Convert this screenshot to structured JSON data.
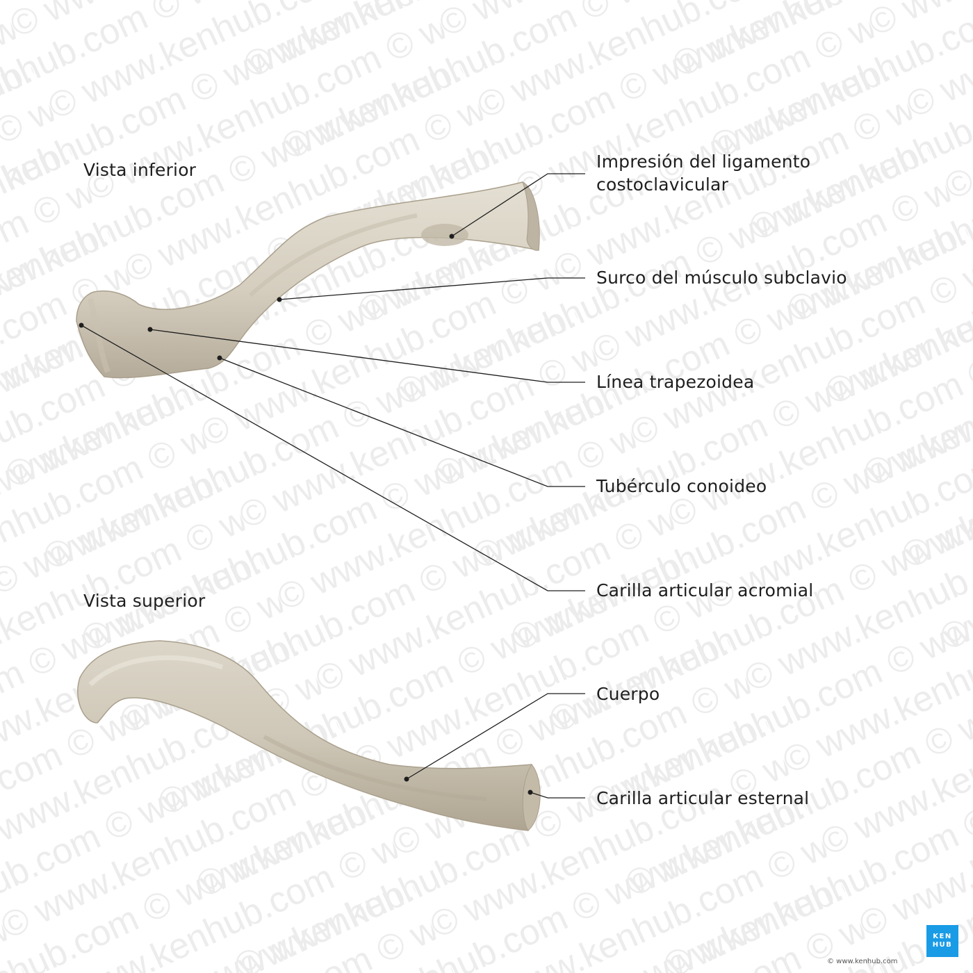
{
  "views": {
    "inferior": "Vista inferior",
    "superior": "Vista superior"
  },
  "labels": {
    "impresion_line1": "Impresión del ligamento",
    "impresion_line2": "costoclavicular",
    "surco": "Surco del músculo subclavio",
    "linea": "Línea trapezoidea",
    "tuberculo": "Tubérculo conoideo",
    "carilla_acromial": "Carilla articular acromial",
    "cuerpo": "Cuerpo",
    "carilla_esternal": "Carilla articular esternal"
  },
  "watermark": "© www.kenhub.com",
  "logo": {
    "line1": "KEN",
    "line2": "HUB",
    "color": "#1a9be6"
  },
  "copyright": "© www.kenhub.com",
  "colors": {
    "bone": "#d9d3c6",
    "bone_shade": "#b7ad9c",
    "leader": "#1e1e1e"
  }
}
